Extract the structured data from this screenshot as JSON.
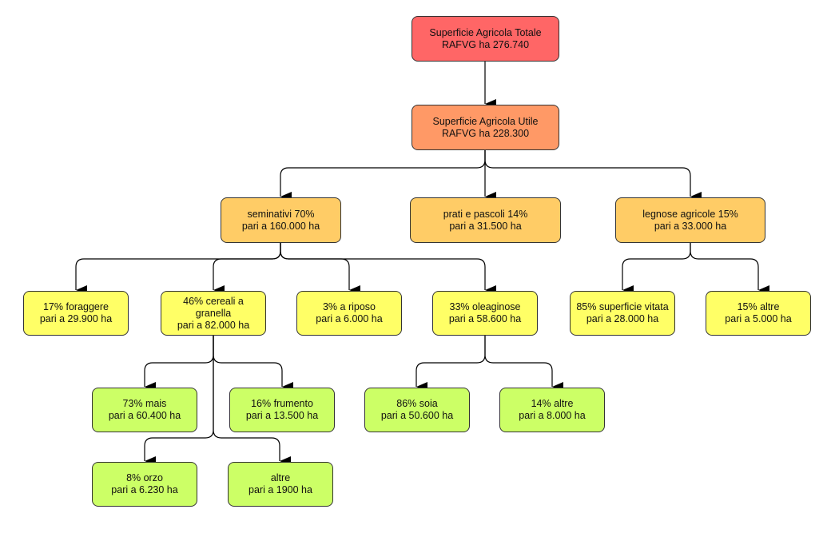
{
  "nodes": {
    "totale": {
      "line1": "Superficie Agricola Totale",
      "line2": "RAFVG ha 276.740"
    },
    "utile": {
      "line1": "Superficie Agricola Utile",
      "line2": "RAFVG ha 228.300"
    },
    "seminativi": {
      "line1": "seminativi 70%",
      "line2": "pari a 160.000 ha"
    },
    "prati": {
      "line1": "prati e pascoli 14%",
      "line2": "pari a 31.500 ha"
    },
    "legnose": {
      "line1": "legnose agricole 15%",
      "line2": "pari a 33.000 ha"
    },
    "foraggere": {
      "line1": "17% foraggere",
      "line2": "pari a 29.900 ha"
    },
    "cereali": {
      "line1": "46% cereali a",
      "line2": "granella",
      "line3": "pari a 82.000 ha"
    },
    "riposo": {
      "line1": "3% a riposo",
      "line2": "pari a 6.000 ha"
    },
    "oleaginose": {
      "line1": "33% oleaginose",
      "line2": "pari a 58.600 ha"
    },
    "vitata": {
      "line1": "85% superficie vitata",
      "line2": "pari a 28.000 ha"
    },
    "altre_legn": {
      "line1": "15% altre",
      "line2": "pari a 5.000 ha"
    },
    "mais": {
      "line1": "73% mais",
      "line2": "pari a 60.400 ha"
    },
    "frumento": {
      "line1": "16% frumento",
      "line2": "pari a 13.500 ha"
    },
    "soia": {
      "line1": "86% soia",
      "line2": "pari a 50.600 ha"
    },
    "altre_olea": {
      "line1": "14% altre",
      "line2": "pari a 8.000 ha"
    },
    "orzo": {
      "line1": "8% orzo",
      "line2": "pari a 6.230 ha"
    },
    "altre_cer": {
      "line1": "altre",
      "line2": "pari a 1900 ha"
    }
  },
  "colors": {
    "level0": "#ff6666",
    "level1": "#ff9966",
    "level2": "#ffcc66",
    "level3": "#ffff66",
    "level4": "#ccff66"
  }
}
